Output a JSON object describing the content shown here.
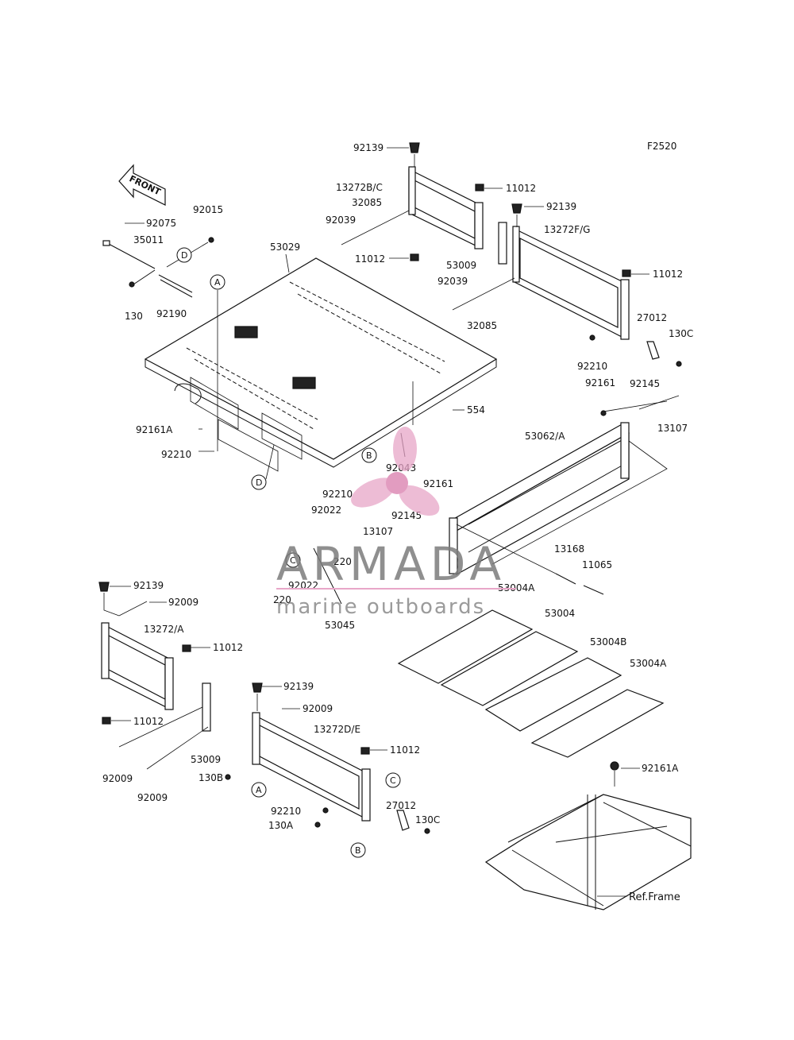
{
  "diagram": {
    "figure_code": "F2520",
    "front_label": "FRONT",
    "part_labels": {
      "p92139_top": "92139",
      "p13272BC": "13272B/C",
      "p11012_a": "11012",
      "p32085_a": "32085",
      "p92039_a": "92039",
      "p11012_b": "11012",
      "p53009_a": "53009",
      "p92139_b": "92139",
      "p13272FG": "13272F/G",
      "p11012_c": "11012",
      "p92039_b": "92039",
      "p32085_b": "32085",
      "p27012_a": "27012",
      "p130C_a": "130C",
      "p92210_a": "92210",
      "p92161_a": "92161",
      "p92145_a": "92145",
      "p13107_a": "13107",
      "p53062A": "53062/A",
      "p92015": "92015",
      "p92075": "92075",
      "p35011": "35011",
      "p53029": "53029",
      "p130": "130",
      "p92190": "92190",
      "p554": "554",
      "p92161A_a": "92161A",
      "p92210_b": "92210",
      "p92043": "92043",
      "p92210_c": "92210",
      "p92161_b": "92161",
      "p92022_a": "92022",
      "p92145_b": "92145",
      "p13107_b": "13107",
      "p220_a": "220",
      "p92022_b": "92022",
      "p220_b": "220",
      "p53045": "53045",
      "p13168": "13168",
      "p11065": "11065",
      "p53004A_a": "53004A",
      "p53004": "53004",
      "p53004B": "53004B",
      "p53004A_b": "53004A",
      "p92139_c": "92139",
      "p92009_a": "92009",
      "p13272A": "13272/A",
      "p11012_d": "11012",
      "p11012_e": "11012",
      "p53009_b": "53009",
      "p92009_b": "92009",
      "p92009_c": "92009",
      "p92139_d": "92139",
      "p92009_d": "92009",
      "p13272DE": "13272D/E",
      "p11012_f": "11012",
      "p130B": "130B",
      "p92210_d": "92210",
      "p27012_b": "27012",
      "p130C_b": "130C",
      "p130A": "130A",
      "p92161A_b": "92161A",
      "ref_frame": "Ref.Frame"
    },
    "callouts": {
      "A1": "A",
      "A2": "A",
      "B1": "B",
      "B2": "B",
      "C1": "C",
      "C2": "C",
      "D1": "D",
      "D2": "D"
    }
  },
  "watermark": {
    "brand": "ARMADA",
    "tagline": "marine outboards",
    "accent_color": "#e8a6c8"
  }
}
